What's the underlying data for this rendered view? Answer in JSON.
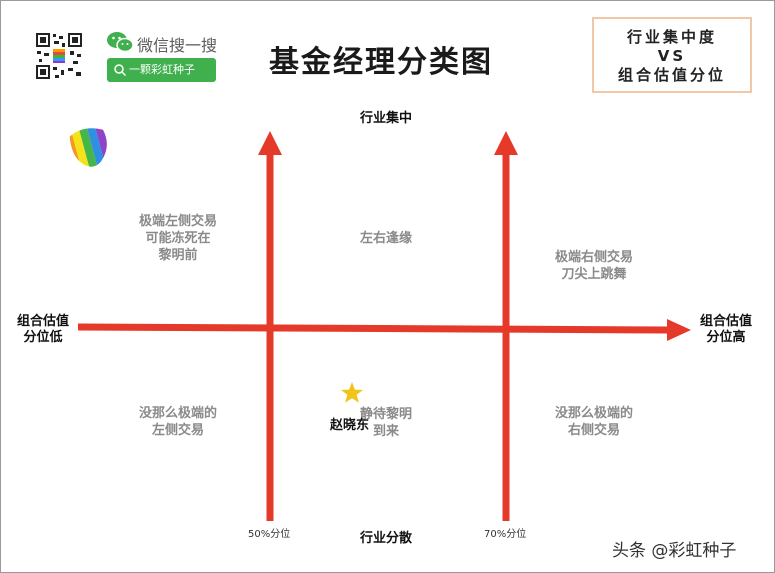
{
  "header": {
    "title": "基金经理分类图",
    "wechat_search_text": "微信搜一搜",
    "search_bar_label": "一颗彩虹种子"
  },
  "legend_box": {
    "line1": "行业集中度",
    "line2": "VS",
    "line3": "组合估值分位"
  },
  "axes": {
    "top_label": "行业集中",
    "bottom_label": "行业分散",
    "left_label_line1": "组合估值",
    "left_label_line2": "分位低",
    "right_label_line1": "组合估值",
    "right_label_line2": "分位高",
    "left_divider_label": "50%分位",
    "right_divider_label": "70%分位"
  },
  "quadrants": {
    "top_left": [
      "极端左侧交易",
      "可能冻死在",
      "黎明前"
    ],
    "top_middle": [
      "左右逢缘"
    ],
    "top_right": [
      "极端右侧交易",
      "刀尖上跳舞"
    ],
    "bottom_left": [
      "没那么极端的",
      "左侧交易"
    ],
    "bottom_middle": [
      "静待黎明",
      "到来"
    ],
    "bottom_right": [
      "没那么极端的",
      "右侧交易"
    ]
  },
  "marker": {
    "manager_name": "赵晓东",
    "marker_icon": "star-icon",
    "marker_color": "#f2c318"
  },
  "colors": {
    "arrow": "#e5392a",
    "search_bar": "#3fb04d"
  },
  "watermark": "头条 @彩虹种子"
}
